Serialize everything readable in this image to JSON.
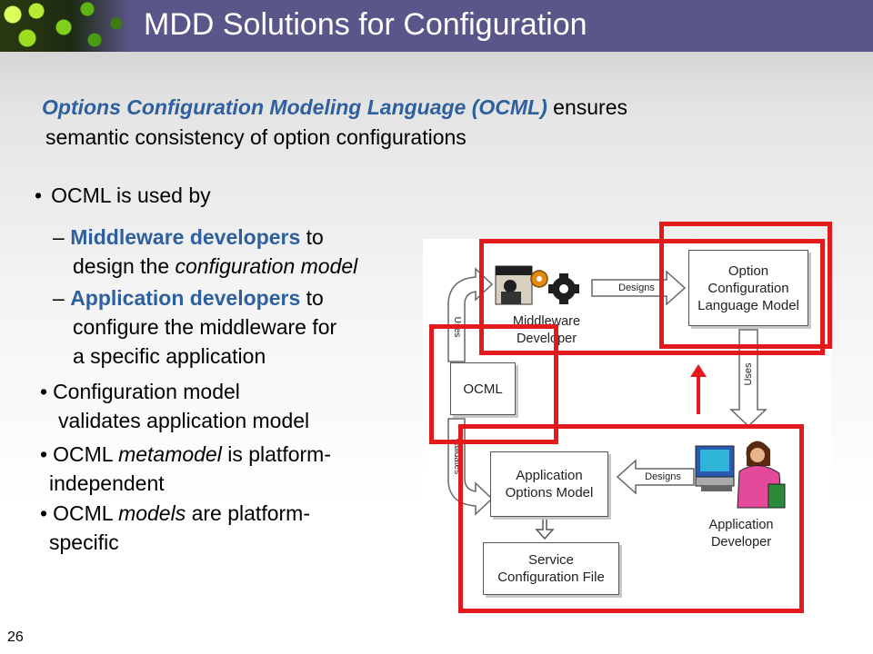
{
  "slide": {
    "title": "MDD Solutions for Configuration",
    "page_number": "26"
  },
  "intro": {
    "highlight": "Options Configuration Modeling Language (OCML)",
    "rest_line1": " ensures",
    "line2": "semantic consistency of option configurations"
  },
  "bullets": {
    "b1": "OCML is used by",
    "s1_dash": "– ",
    "s1_bold": "Middleware developers",
    "s1_rest": " to",
    "s1_line2_a": "design the ",
    "s1_line2_em": "configuration model",
    "s2_dash": "– ",
    "s2_bold": "Application developers",
    "s2_rest": " to",
    "s2_line2": "configure the middleware for",
    "s2_line3": "a specific application",
    "b2_line1": "Configuration model",
    "b2_line2": "validates application model",
    "b3_a": "OCML ",
    "b3_em": "metamodel",
    "b3_b": " is platform-",
    "b3_line2": "independent",
    "b4_a": "OCML ",
    "b4_em": "models",
    "b4_b": " are platform-",
    "b4_line2": "specific",
    "bullet_char": "•"
  },
  "diagram": {
    "option_model": "Option\nConfiguration\nLanguage Model",
    "ocml": "OCML",
    "app_options_model": "Application\nOptions Model",
    "service_config_file": "Service\nConfiguration File",
    "middleware_developer": "Middleware\nDeveloper",
    "application_developer": "Application\nDeveloper",
    "designs_top": "Designs",
    "designs_bottom": "Designs",
    "uses_left": "Uses",
    "uses_right": "Uses",
    "validates": "Validates"
  },
  "colors": {
    "header": "#5b568a",
    "highlight_blue": "#2e5f9e",
    "annotation_red": "#e3191c"
  }
}
